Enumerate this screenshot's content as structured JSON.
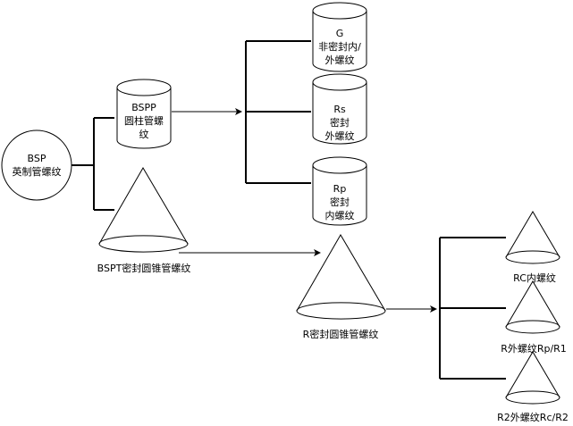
{
  "colors": {
    "stroke": "#000000",
    "fill": "#ffffff",
    "text": "#000000"
  },
  "nodes": {
    "bsp": {
      "lines": [
        "BSP",
        "英制管螺纹"
      ]
    },
    "bspp": {
      "lines": [
        "BSPP",
        "圆柱管螺",
        "纹"
      ]
    },
    "bspt": {
      "label": "BSPT密封圆锥管螺纹"
    },
    "g": {
      "lines": [
        "G",
        "非密封内/",
        "外螺纹"
      ]
    },
    "rs": {
      "lines": [
        "Rs",
        "密封",
        "外螺纹"
      ]
    },
    "rp": {
      "lines": [
        "Rp",
        "密封",
        "内螺纹"
      ]
    },
    "r": {
      "label": "R密封圆锥管螺纹"
    },
    "rc": {
      "label": "RC内螺纹"
    },
    "r1": {
      "label": "R外螺纹Rp/R1"
    },
    "r2": {
      "label": "R2外螺纹Rc/R2"
    }
  }
}
